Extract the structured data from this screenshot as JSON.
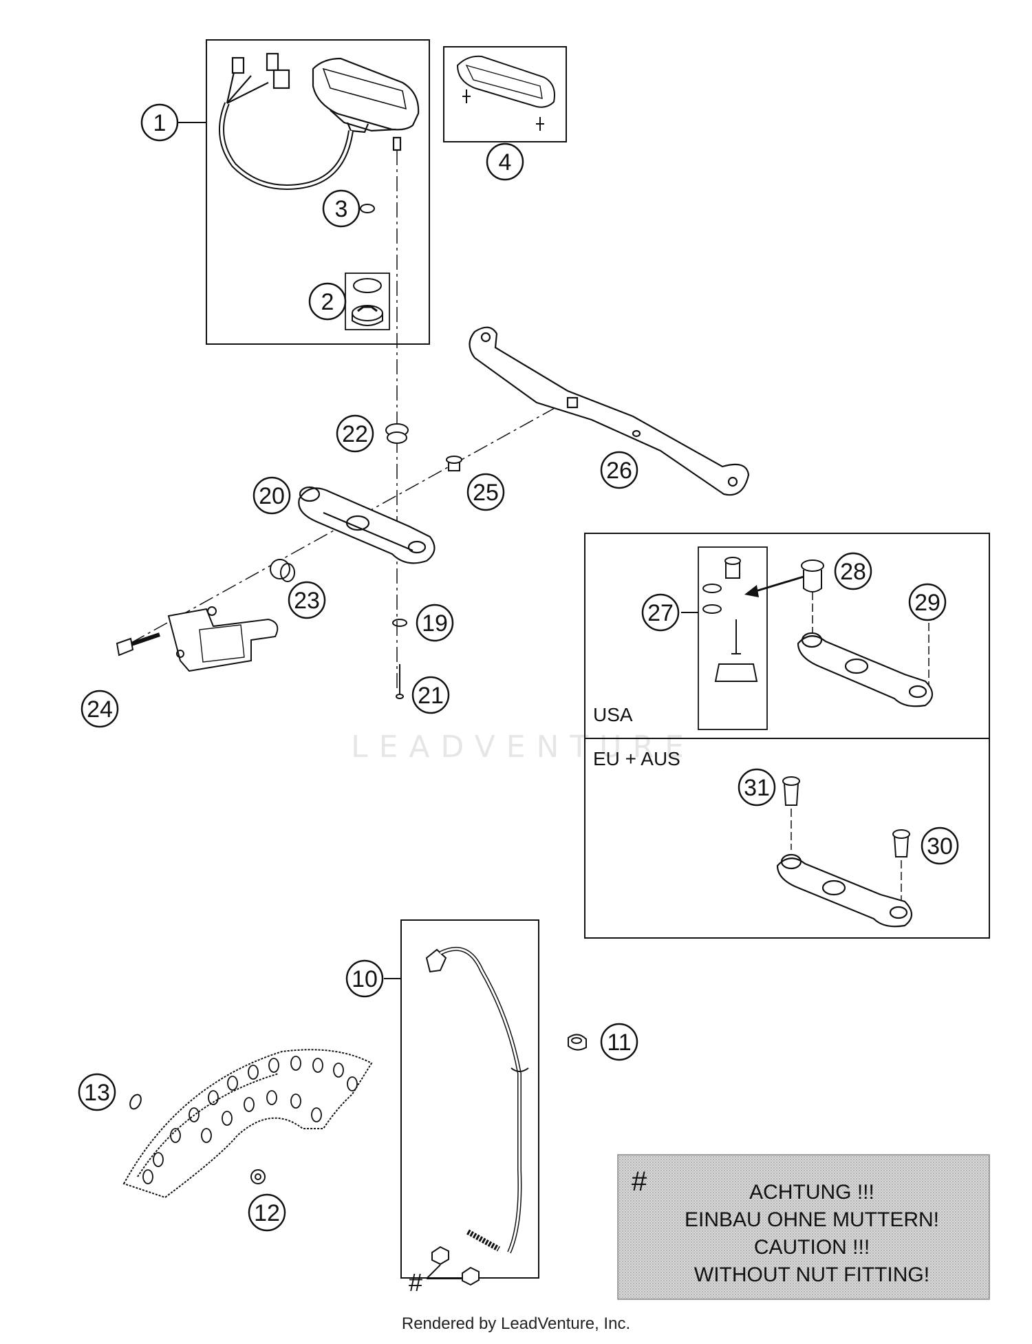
{
  "callouts": [
    {
      "id": "callout-1",
      "label": "1"
    },
    {
      "id": "callout-2",
      "label": "2"
    },
    {
      "id": "callout-3",
      "label": "3"
    },
    {
      "id": "callout-4",
      "label": "4"
    },
    {
      "id": "callout-10",
      "label": "10"
    },
    {
      "id": "callout-11",
      "label": "11"
    },
    {
      "id": "callout-12",
      "label": "12"
    },
    {
      "id": "callout-13",
      "label": "13"
    },
    {
      "id": "callout-19",
      "label": "19"
    },
    {
      "id": "callout-20",
      "label": "20"
    },
    {
      "id": "callout-21",
      "label": "21"
    },
    {
      "id": "callout-22",
      "label": "22"
    },
    {
      "id": "callout-23",
      "label": "23"
    },
    {
      "id": "callout-24",
      "label": "24"
    },
    {
      "id": "callout-25",
      "label": "25"
    },
    {
      "id": "callout-26",
      "label": "26"
    },
    {
      "id": "callout-27",
      "label": "27"
    },
    {
      "id": "callout-28",
      "label": "28"
    },
    {
      "id": "callout-29",
      "label": "29"
    },
    {
      "id": "callout-30",
      "label": "30"
    },
    {
      "id": "callout-31",
      "label": "31"
    }
  ],
  "regions": {
    "usa_label": "USA",
    "eu_label": "EU + AUS"
  },
  "note": {
    "hash": "#",
    "line1": "ACHTUNG !!!",
    "line2": "EINBAU OHNE MUTTERN!",
    "line3": "CAUTION !!!",
    "line4": "WITHOUT NUT FITTING!"
  },
  "nut_hash": "#",
  "watermark": "LEADVENTURE",
  "footer": "Rendered by LeadVenture, Inc."
}
